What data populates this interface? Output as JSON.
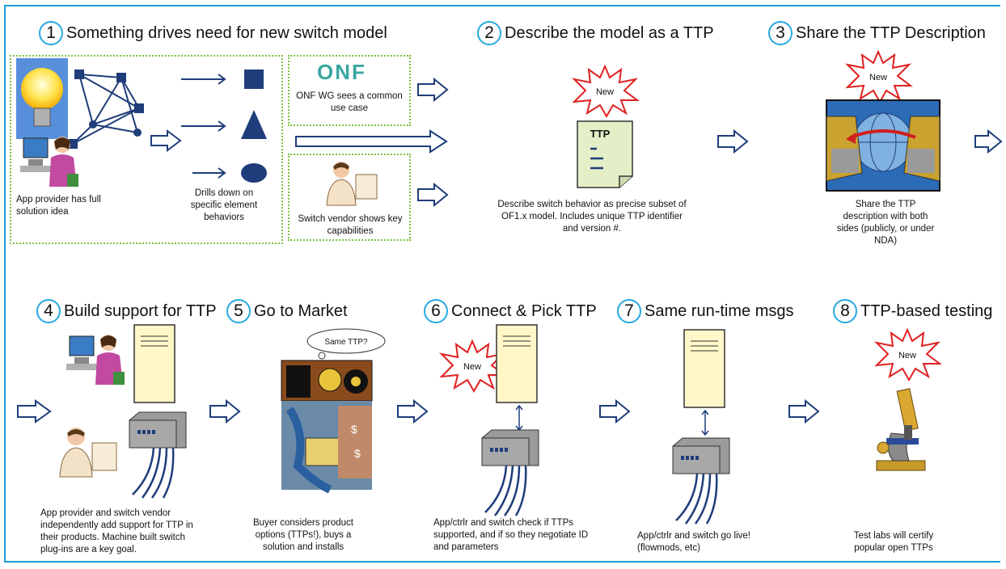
{
  "steps": [
    {
      "num": "1",
      "title": "Something drives need for new switch model"
    },
    {
      "num": "2",
      "title": "Describe the model as a TTP"
    },
    {
      "num": "3",
      "title": "Share the TTP Description"
    },
    {
      "num": "4",
      "title": "Build support for TTP"
    },
    {
      "num": "5",
      "title": "Go to Market"
    },
    {
      "num": "6",
      "title": "Connect & Pick TTP"
    },
    {
      "num": "7",
      "title": "Same run-time msgs"
    },
    {
      "num": "8",
      "title": "TTP-based testing"
    }
  ],
  "captions": {
    "app_provider": "App provider has full solution idea",
    "drills_down": "Drills down on specific element behaviors",
    "onf_logo": "ONF",
    "onf_wg": "ONF WG sees a common use case",
    "switch_vendor": "Switch vendor shows key capabilities",
    "describe": "Describe switch behavior as precise subset of OF1.x model. Includes unique TTP identifier and version #.",
    "share": "Share the TTP description with both sides (publicly, or under NDA)",
    "build": "App provider and switch vendor independently add support for TTP in their products. Machine built switch plug-ins are a key goal.",
    "market": "Buyer considers product options (TTPs!), buys a solution and installs",
    "connect": "App/ctrlr and switch check if TTPs supported, and if so they negotiate ID and parameters",
    "runtime": "App/ctrlr and switch go live! (flowmods, etc)",
    "testing": "Test labs will certify popular open TTPs"
  },
  "doc_label": "TTP",
  "thought_bubble": "Same TTP?",
  "new_badge": "New",
  "colors": {
    "accent_blue": "#1f9ad6",
    "navy": "#1f3d7a",
    "dotted_green": "#7cc142",
    "burst_red": "#e02020"
  }
}
